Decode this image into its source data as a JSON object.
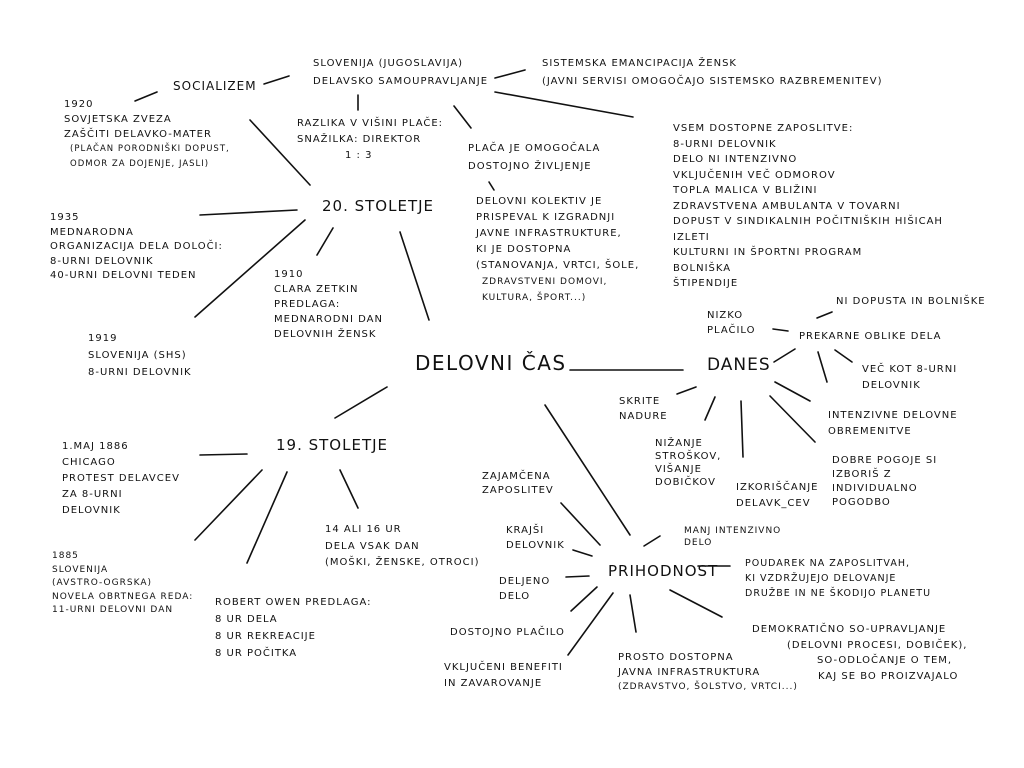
{
  "nodes": {
    "center": [
      "DELOVNI ČAS"
    ],
    "st20": [
      "20. STOLETJE"
    ],
    "st19": [
      "19. STOLETJE"
    ],
    "danes": [
      "DANES"
    ],
    "prih": [
      "PRIHODNOST"
    ],
    "soc": [
      "SOCIALIZEM"
    ],
    "slov": [
      "SLOVENIJA (JUGOSLAVIJA)",
      "DELAVSKO SAMOUPRAVLJANJE"
    ],
    "sist": [
      "SISTEMSKA EMANCIPACIJA ŽENSK",
      "(JAVNI SERVISI OMOGOČAJO SISTEMSKO RAZBREMENITEV)"
    ],
    "razl": [
      "RAZLIKA V VIŠINI PLAČE:",
      "SNAŽILKA: DIREKTOR",
      "1 : 3"
    ],
    "placa": [
      "PLAČA JE OMOGOČALA",
      "DOSTOJNO ŽIVLJENJE"
    ],
    "kol": [
      "DELOVNI KOLEKTIV JE",
      "PRISPEVAL K IZGRADNJI",
      "JAVNE INFRASTRUKTURE,",
      "KI JE DOSTOPNA",
      "(STANOVANJA, VRTCI, ŠOLE,",
      "ZDRAVSTVENI DOMOVI,",
      "KULTURA, ŠPORT...)"
    ],
    "vsem": [
      "VSEM DOSTOPNE ZAPOSLITVE:",
      "8-URNI DELOVNIK",
      "DELO NI INTENZIVNO",
      "VKLJUČENIH VEČ ODMOROV",
      "TOPLA MALICA V BLIŽINI",
      "ZDRAVSTVENA AMBULANTA V TOVARNI",
      "DOPUST V SINDIKALNIH POČITNIŠKIH HIŠICAH",
      "IZLETI",
      "KULTURNI IN ŠPORTNI PROGRAM",
      "BOLNIŠKA",
      "ŠTIPENDIJE"
    ],
    "n1920": [
      "1920",
      "SOVJETSKA ZVEZA",
      "ZAŠČITI DELAVKO-MATER",
      "(PLAČAN PORODNIŠKI DOPUST,",
      "ODMOR ZA DOJENJE, JASLI)"
    ],
    "n1935": [
      "1935",
      "MEDNARODNA",
      "ORGANIZACIJA DELA DOLOČI:",
      "8-URNI DELOVNIK",
      "40-URNI DELOVNI TEDEN"
    ],
    "n1910": [
      "1910",
      "CLARA ZETKIN",
      "PREDLAGA:",
      "MEDNARODNI DAN",
      "DELOVNIH ŽENSK"
    ],
    "n1919": [
      "1919",
      "SLOVENIJA (SHS)",
      "8-URNI DELOVNIK"
    ],
    "nizko": [
      "NIZKO",
      "PLAČILO"
    ],
    "nidop": [
      "NI DOPUSTA IN BOLNIŠKE"
    ],
    "prek": [
      "PREKARNE OBLIKE DELA"
    ],
    "vec": [
      "VEČ KOT 8-URNI",
      "DELOVNIK"
    ],
    "int": [
      "INTENZIVNE DELOVNE",
      "OBREMENITVE"
    ],
    "dobre": [
      "DOBRE POGOJE SI",
      "IZBORIŠ Z",
      "INDIVIDUALNO",
      "POGODBO"
    ],
    "izk": [
      "IZKORIŠČANJE",
      "DELAVK_CEV"
    ],
    "niz": [
      "NIŽANJE",
      "STROŠKOV,",
      "VIŠANJE",
      "DOBIČKOV"
    ],
    "skr": [
      "SKRITE",
      "NADURE"
    ],
    "maj": [
      "1.MAJ 1886",
      "CHICAGO",
      "PROTEST DELAVCEV",
      "ZA 8-URNI",
      "DELOVNIK"
    ],
    "n1885": [
      "1885",
      "SLOVENIJA",
      "(AVSTRO-OGRSKA)",
      "NOVELA OBRTNEGA REDA:",
      "11-URNI DELOVNI DAN"
    ],
    "rob": [
      "ROBERT OWEN PREDLAGA:",
      "8 UR DELA",
      "8 UR REKREACIJE",
      "8 UR POČITKA"
    ],
    "n14": [
      "14 ALI 16 UR",
      "DELA VSAK DAN",
      "(MOŠKI, ŽENSKE, OTROCI)"
    ],
    "zaj": [
      "ZAJAMČENA",
      "ZAPOSLITEV"
    ],
    "kra": [
      "KRAJŠI",
      "DELOVNIK"
    ],
    "del": [
      "DELJENO",
      "DELO"
    ],
    "dos": [
      "DOSTOJNO PLAČILO"
    ],
    "vkl": [
      "VKLJUČENI BENEFITI",
      "IN ZAVAROVANJE"
    ],
    "pro": [
      "PROSTO DOSTOPNA",
      "JAVNA INFRASTRUKTURA",
      "(ZDRAVSTVO, ŠOLSTVO, VRTCI...)"
    ],
    "dem": [
      "DEMOKRATIČNO SO-UPRAVLJANJE",
      "(DELOVNI PROCESI, DOBIČEK),",
      "SO-ODLOČANJE O TEM,",
      "KAJ SE BO PROIZVAJALO"
    ],
    "pou": [
      "POUDAREK NA ZAPOSLITVAH,",
      "KI VZDRŽUJEJO DELOVANJE",
      "DRUŽBE IN NE ŠKODIJO PLANETU"
    ],
    "manj": [
      "MANJ INTENZIVNO",
      "DELO"
    ]
  }
}
